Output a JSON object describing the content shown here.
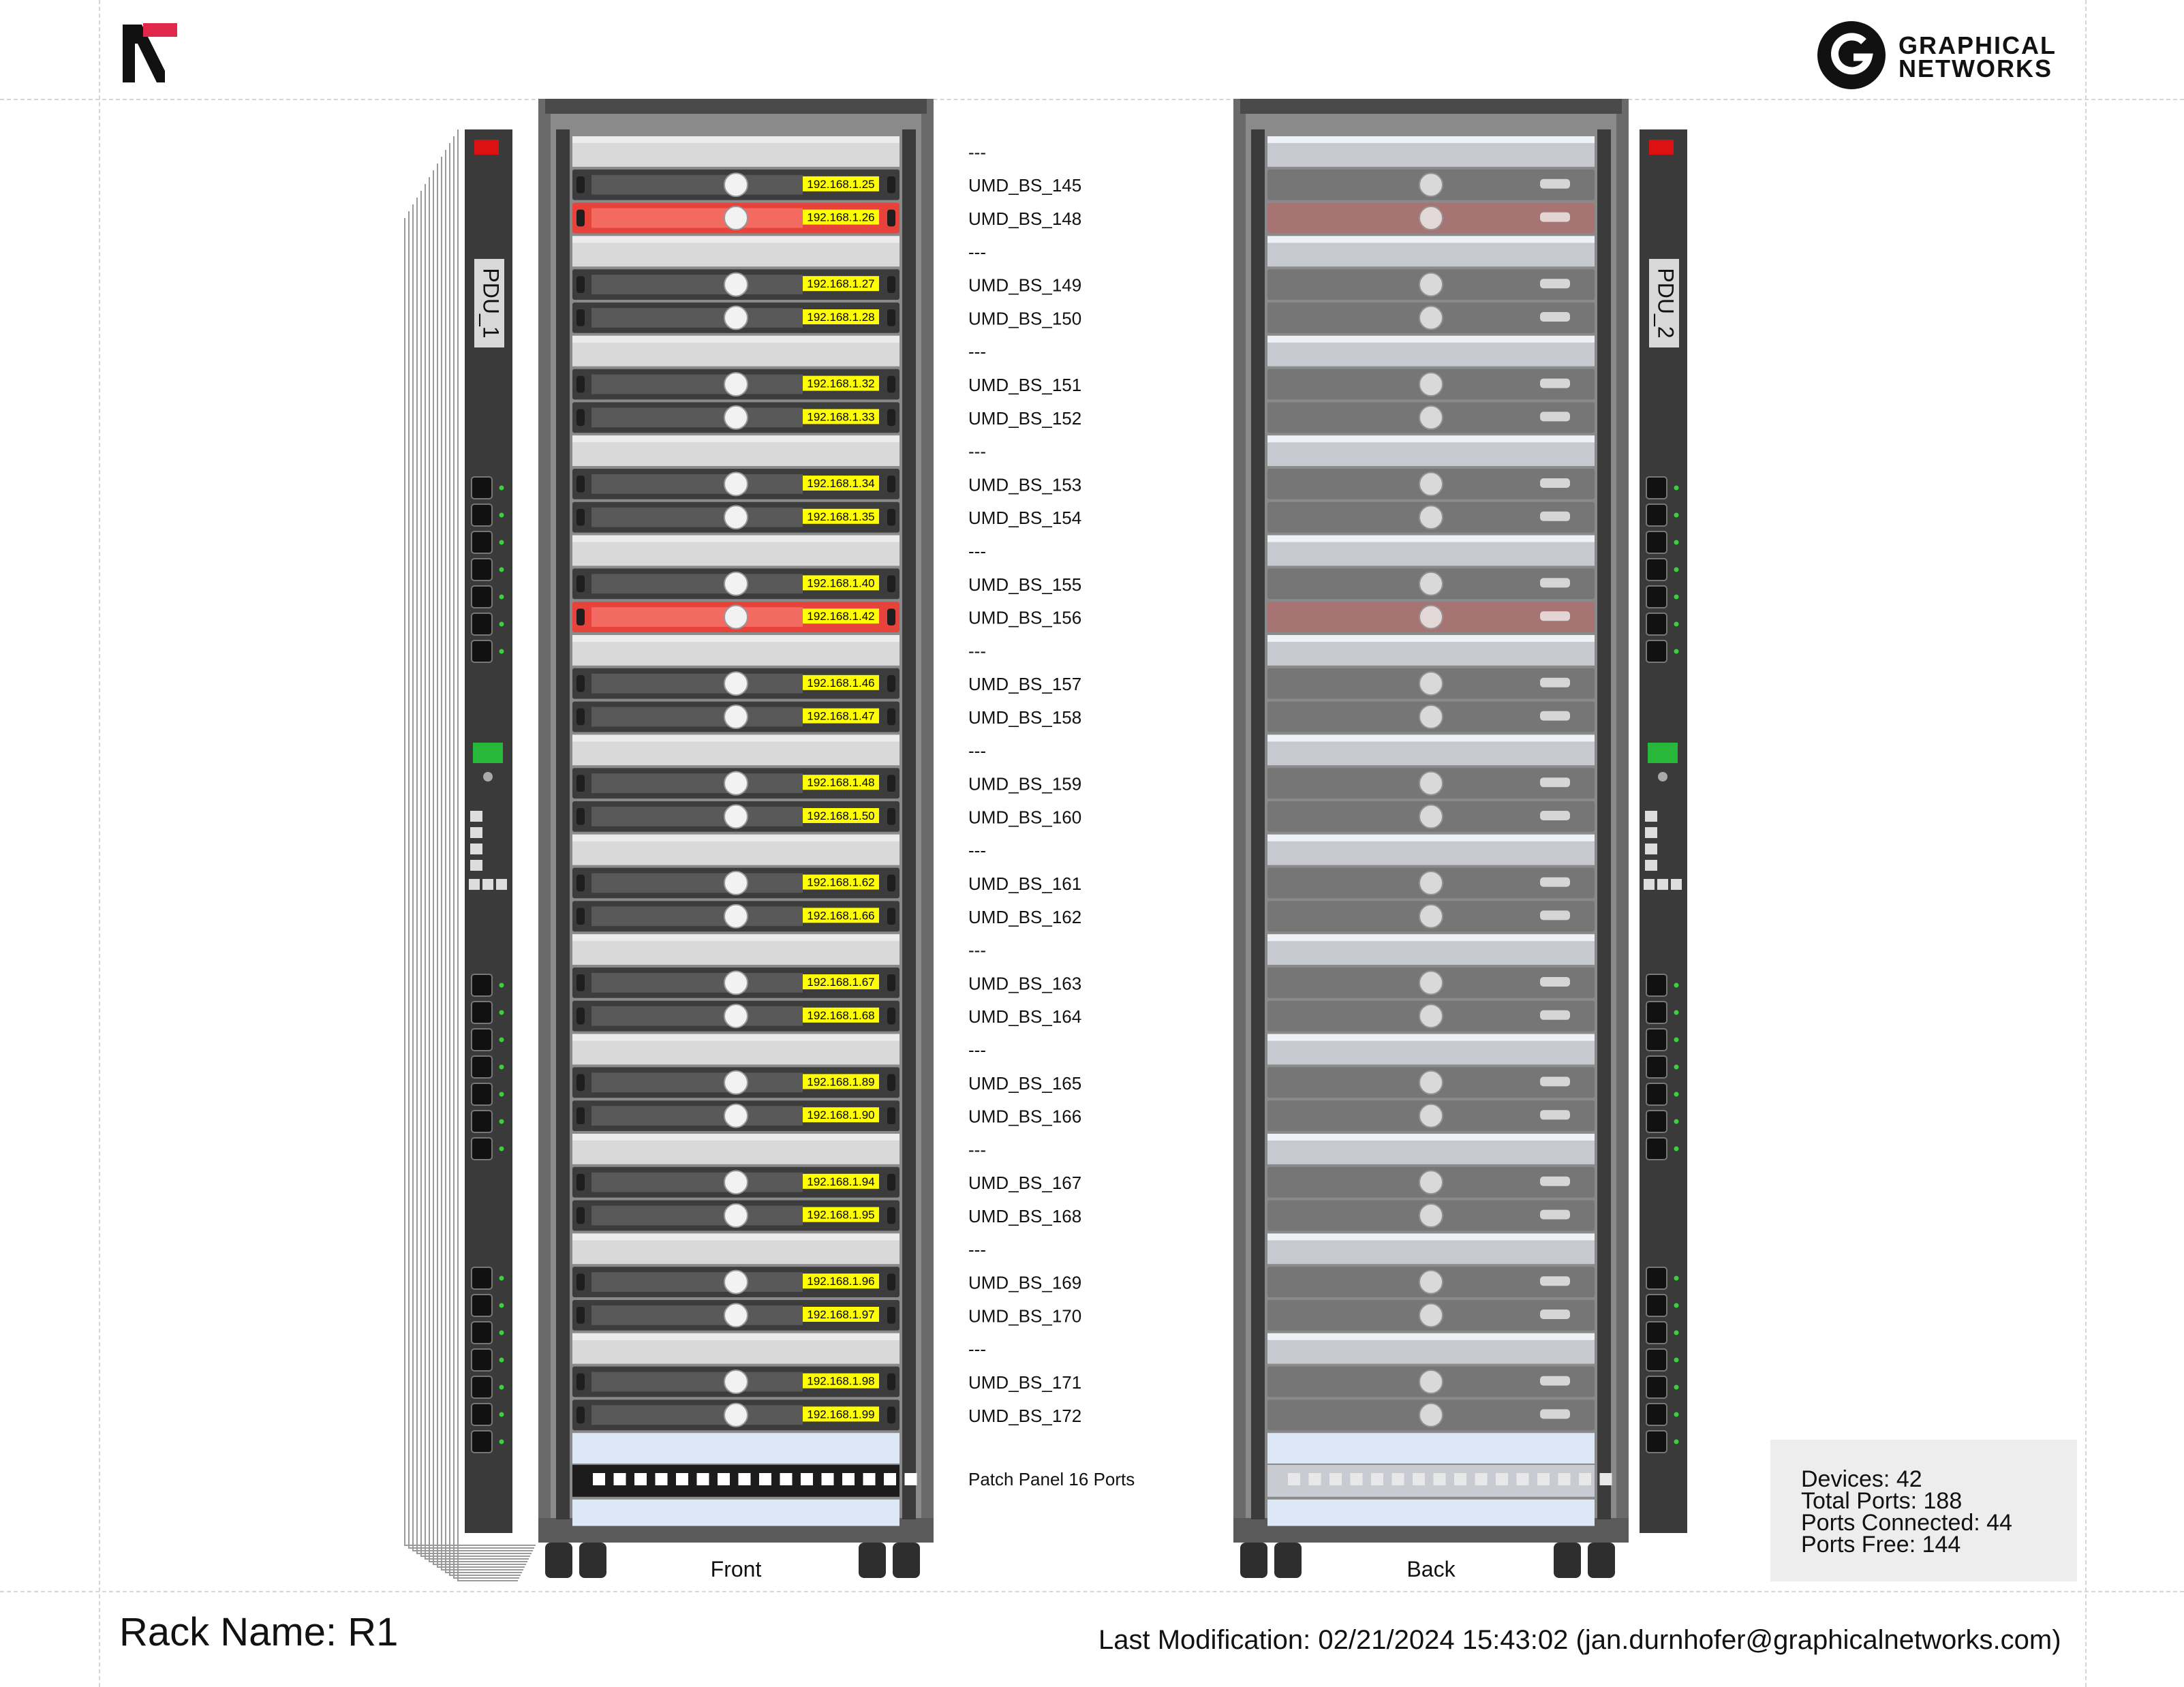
{
  "brand": {
    "name_line1": "GRAPHICAL",
    "name_line2": "NETWORKS"
  },
  "footer": {
    "rack_name": "Rack Name: R1",
    "last_modification": "Last Modification: 02/21/2024 15:43:02 (jan.durnhofer@graphicalnetworks.com)"
  },
  "stats": {
    "devices": "Devices: 42",
    "total_ports": "Total Ports: 188",
    "ports_connected": "Ports Connected: 44",
    "ports_free": "Ports Free: 144"
  },
  "views": {
    "front": "Front",
    "back": "Back"
  },
  "pdus": {
    "left": "PDU_1",
    "right": "PDU_2"
  },
  "rack_rows": [
    {
      "label": "---",
      "type": "blank"
    },
    {
      "label": "UMD_BS_145",
      "type": "server",
      "ip": "192.168.1.25",
      "status": "normal"
    },
    {
      "label": "UMD_BS_148",
      "type": "server",
      "ip": "192.168.1.26",
      "status": "alert"
    },
    {
      "label": "---",
      "type": "blank"
    },
    {
      "label": "UMD_BS_149",
      "type": "server",
      "ip": "192.168.1.27",
      "status": "normal"
    },
    {
      "label": "UMD_BS_150",
      "type": "server",
      "ip": "192.168.1.28",
      "status": "normal"
    },
    {
      "label": "---",
      "type": "blank"
    },
    {
      "label": "UMD_BS_151",
      "type": "server",
      "ip": "192.168.1.32",
      "status": "normal"
    },
    {
      "label": "UMD_BS_152",
      "type": "server",
      "ip": "192.168.1.33",
      "status": "normal"
    },
    {
      "label": "---",
      "type": "blank"
    },
    {
      "label": "UMD_BS_153",
      "type": "server",
      "ip": "192.168.1.34",
      "status": "normal"
    },
    {
      "label": "UMD_BS_154",
      "type": "server",
      "ip": "192.168.1.35",
      "status": "normal"
    },
    {
      "label": "---",
      "type": "blank"
    },
    {
      "label": "UMD_BS_155",
      "type": "server",
      "ip": "192.168.1.40",
      "status": "normal"
    },
    {
      "label": "UMD_BS_156",
      "type": "server",
      "ip": "192.168.1.42",
      "status": "alert"
    },
    {
      "label": "---",
      "type": "blank"
    },
    {
      "label": "UMD_BS_157",
      "type": "server",
      "ip": "192.168.1.46",
      "status": "normal"
    },
    {
      "label": "UMD_BS_158",
      "type": "server",
      "ip": "192.168.1.47",
      "status": "normal"
    },
    {
      "label": "---",
      "type": "blank"
    },
    {
      "label": "UMD_BS_159",
      "type": "server",
      "ip": "192.168.1.48",
      "status": "normal"
    },
    {
      "label": "UMD_BS_160",
      "type": "server",
      "ip": "192.168.1.50",
      "status": "normal"
    },
    {
      "label": "---",
      "type": "blank"
    },
    {
      "label": "UMD_BS_161",
      "type": "server",
      "ip": "192.168.1.62",
      "status": "normal"
    },
    {
      "label": "UMD_BS_162",
      "type": "server",
      "ip": "192.168.1.66",
      "status": "normal"
    },
    {
      "label": "---",
      "type": "blank"
    },
    {
      "label": "UMD_BS_163",
      "type": "server",
      "ip": "192.168.1.67",
      "status": "normal"
    },
    {
      "label": "UMD_BS_164",
      "type": "server",
      "ip": "192.168.1.68",
      "status": "normal"
    },
    {
      "label": "---",
      "type": "blank"
    },
    {
      "label": "UMD_BS_165",
      "type": "server",
      "ip": "192.168.1.89",
      "status": "normal"
    },
    {
      "label": "UMD_BS_166",
      "type": "server",
      "ip": "192.168.1.90",
      "status": "normal"
    },
    {
      "label": "---",
      "type": "blank"
    },
    {
      "label": "UMD_BS_167",
      "type": "server",
      "ip": "192.168.1.94",
      "status": "normal"
    },
    {
      "label": "UMD_BS_168",
      "type": "server",
      "ip": "192.168.1.95",
      "status": "normal"
    },
    {
      "label": "---",
      "type": "blank"
    },
    {
      "label": "UMD_BS_169",
      "type": "server",
      "ip": "192.168.1.96",
      "status": "normal"
    },
    {
      "label": "UMD_BS_170",
      "type": "server",
      "ip": "192.168.1.97",
      "status": "normal"
    },
    {
      "label": "---",
      "type": "blank"
    },
    {
      "label": "UMD_BS_171",
      "type": "server",
      "ip": "192.168.1.98",
      "status": "normal"
    },
    {
      "label": "UMD_BS_172",
      "type": "server",
      "ip": "192.168.1.99",
      "status": "normal"
    }
  ],
  "patch_panel": {
    "label": "Patch Panel 16 Ports",
    "ports": 16
  },
  "colors": {
    "rack_frame": "#5a5a5a",
    "server_body": "#3c3c3c",
    "alert": "#e8433a",
    "ip_label": "#ffff00",
    "blank_panel": "#d9d9d9",
    "pdu": "#3a3a3a",
    "stats_bg": "#ededed",
    "brand_accent": "#e0294a"
  }
}
